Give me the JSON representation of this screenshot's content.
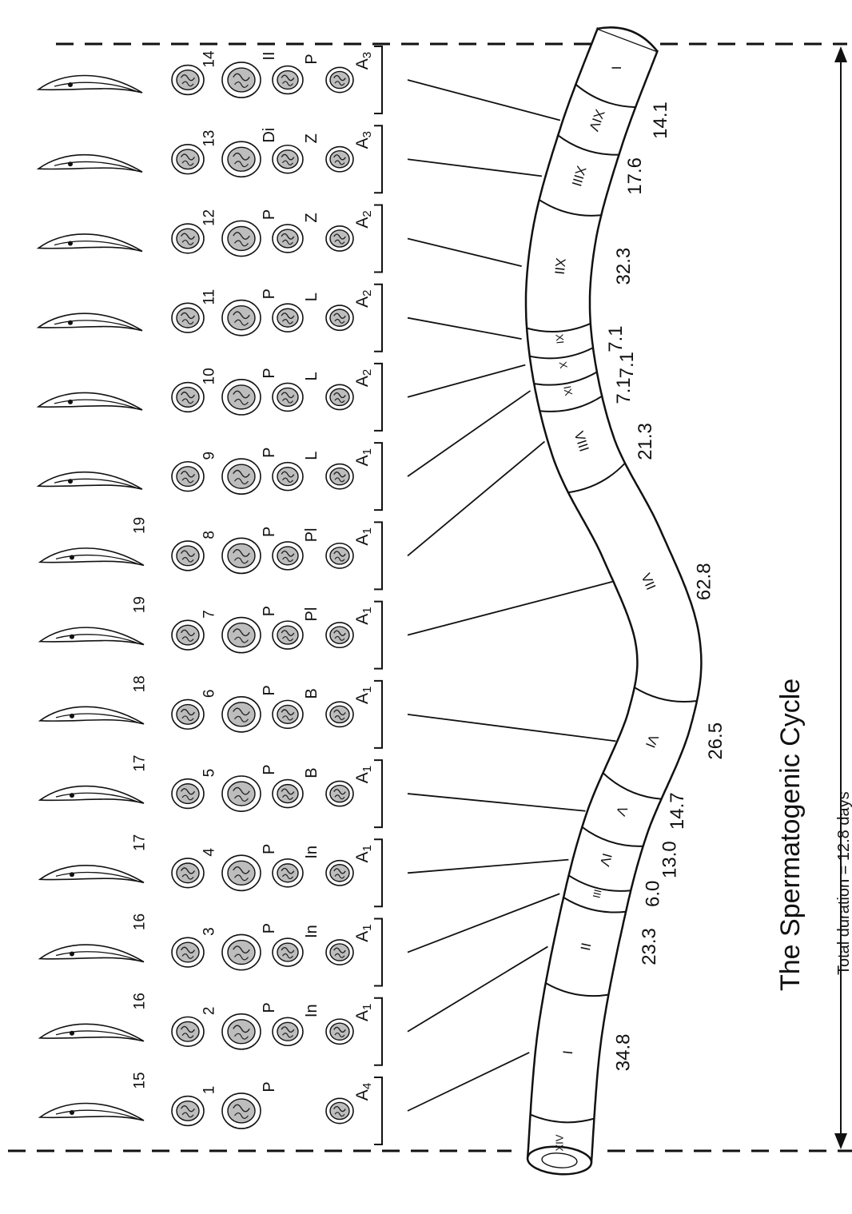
{
  "title": "The Spermatogenic Cycle",
  "total_duration": "Total duration = 12.8 days",
  "stages": [
    {
      "numeral": "I",
      "duration": "34.8"
    },
    {
      "numeral": "II",
      "duration": "23.3"
    },
    {
      "numeral": "III",
      "duration": "6.0"
    },
    {
      "numeral": "IV",
      "duration": "13.0"
    },
    {
      "numeral": "V",
      "duration": "14.7"
    },
    {
      "numeral": "VI",
      "duration": "26.5"
    },
    {
      "numeral": "VII",
      "duration": "62.8"
    },
    {
      "numeral": "VIII",
      "duration": "21.3"
    },
    {
      "numeral": "IX",
      "duration": "7.1"
    },
    {
      "numeral": "X",
      "duration": "7.1"
    },
    {
      "numeral": "XI",
      "duration": "7.1"
    },
    {
      "numeral": "XII",
      "duration": "32.3"
    },
    {
      "numeral": "XIII",
      "duration": "17.6"
    },
    {
      "numeral": "XIV",
      "duration": "14.1"
    }
  ],
  "tube_ends": {
    "start_label": "XIV",
    "end_label": "I"
  },
  "columns": [
    {
      "sperm_step": "15",
      "spermatid_step": "1",
      "spermatocyte": "P",
      "second_cell": "",
      "spermatogonia": "A4"
    },
    {
      "sperm_step": "16",
      "spermatid_step": "2",
      "spermatocyte": "P",
      "second_cell": "In",
      "spermatogonia": "A1"
    },
    {
      "sperm_step": "16",
      "spermatid_step": "3",
      "spermatocyte": "P",
      "second_cell": "In",
      "spermatogonia": "A1"
    },
    {
      "sperm_step": "17",
      "spermatid_step": "4",
      "spermatocyte": "P",
      "second_cell": "In",
      "spermatogonia": "A1"
    },
    {
      "sperm_step": "17",
      "spermatid_step": "5",
      "spermatocyte": "P",
      "second_cell": "B",
      "spermatogonia": "A1"
    },
    {
      "sperm_step": "18",
      "spermatid_step": "6",
      "spermatocyte": "P",
      "second_cell": "B",
      "spermatogonia": "A1"
    },
    {
      "sperm_step": "19",
      "spermatid_step": "7",
      "spermatocyte": "P",
      "second_cell": "Pl",
      "spermatogonia": "A1"
    },
    {
      "sperm_step": "19",
      "spermatid_step": "8",
      "spermatocyte": "P",
      "second_cell": "Pl",
      "spermatogonia": "A1"
    },
    {
      "sperm_step": "",
      "spermatid_step": "9",
      "spermatocyte": "P",
      "second_cell": "L",
      "spermatogonia": "A1"
    },
    {
      "sperm_step": "",
      "spermatid_step": "10",
      "spermatocyte": "P",
      "second_cell": "L",
      "spermatogonia": "A2"
    },
    {
      "sperm_step": "",
      "spermatid_step": "11",
      "spermatocyte": "P",
      "second_cell": "L",
      "spermatogonia": "A2"
    },
    {
      "sperm_step": "",
      "spermatid_step": "12",
      "spermatocyte": "P",
      "second_cell": "Z",
      "spermatogonia": "A2"
    },
    {
      "sperm_step": "",
      "spermatid_step": "13",
      "spermatocyte": "Di",
      "second_cell": "Z",
      "spermatogonia": "A3"
    },
    {
      "sperm_step": "",
      "spermatid_step": "14",
      "spermatocyte": "II",
      "second_cell": "P",
      "spermatogonia": "A3"
    }
  ]
}
